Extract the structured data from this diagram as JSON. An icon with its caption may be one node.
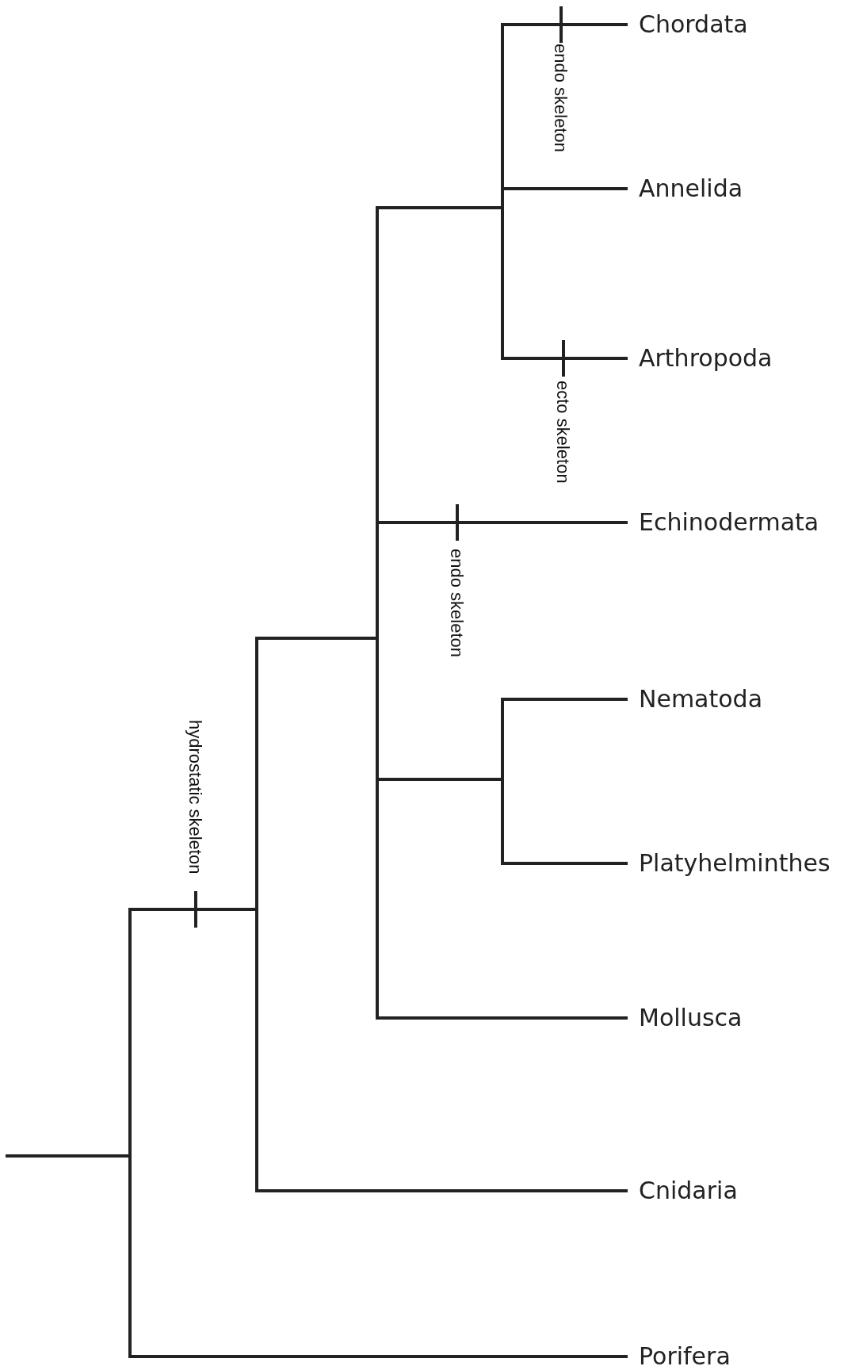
{
  "diagram": {
    "nodes": [
      {
        "text": [
          "Chordata"
        ]
      },
      {
        "text": [
          "Annelida"
        ]
      },
      {
        "text": [
          "Arthropoda"
        ]
      },
      {
        "text": [
          "Echinodermata"
        ]
      },
      {
        "text": [
          "Nematoda"
        ]
      },
      {
        "text": [
          "Platyhelminthes"
        ]
      },
      {
        "text": [
          "Mollusca"
        ]
      },
      {
        "text": [
          "Cnidaria"
        ]
      },
      {
        "text": [
          "Porifera"
        ]
      }
    ],
    "edges": [
      {
        "from": null,
        "to": 0,
        "arrow": "none"
      },
      {
        "from": null,
        "to": 1,
        "arrow": "none"
      },
      {
        "from": null,
        "to": 2,
        "arrow": "none"
      },
      {
        "from": null,
        "to": 3,
        "arrow": "none"
      },
      {
        "from": null,
        "to": 4,
        "arrow": "none"
      },
      {
        "from": null,
        "to": 5,
        "arrow": "none"
      },
      {
        "from": null,
        "to": 6,
        "arrow": "none"
      },
      {
        "from": null,
        "to": 7,
        "arrow": "none"
      },
      {
        "from": null,
        "to": 8,
        "arrow": "none"
      }
    ],
    "labels": [
      "endo skeleton",
      "ecto skeleton",
      "endo skeleton",
      "hydrostatic skeleton"
    ]
  }
}
